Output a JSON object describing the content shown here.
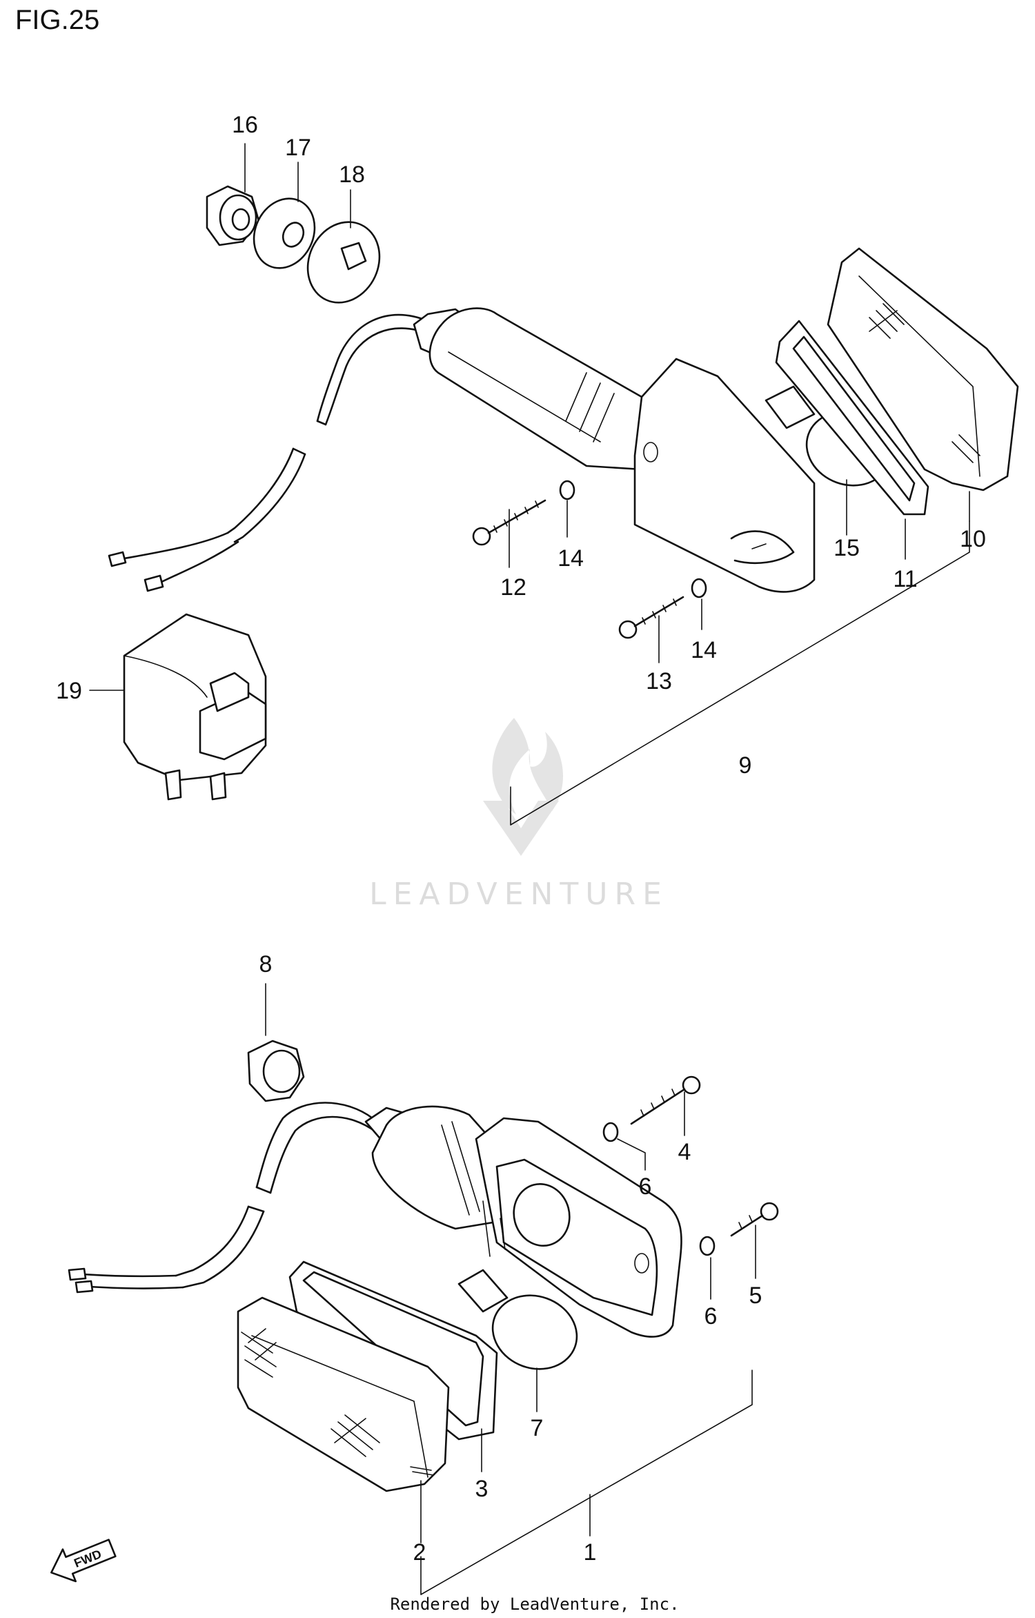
{
  "figure_title": "FIG.25",
  "watermark": "LEADVENTURE",
  "credit": "Rendered by LeadVenture, Inc.",
  "fwd_label": "FWD",
  "callouts": {
    "c1": "1",
    "c2": "2",
    "c3": "3",
    "c4": "4",
    "c5": "5",
    "c6a": "6",
    "c6b": "6",
    "c7": "7",
    "c8": "8",
    "c9": "9",
    "c10": "10",
    "c11": "11",
    "c12": "12",
    "c13": "13",
    "c14a": "14",
    "c14b": "14",
    "c15": "15",
    "c16": "16",
    "c17": "17",
    "c18": "18",
    "c19": "19"
  }
}
